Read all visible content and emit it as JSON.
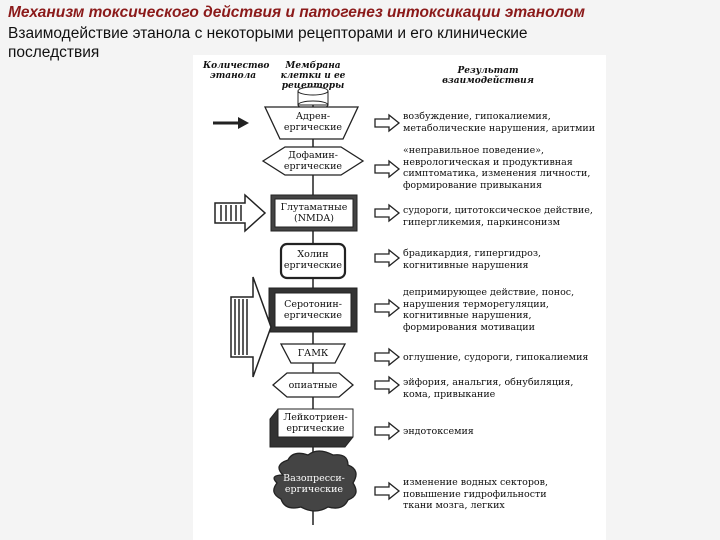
{
  "slide": {
    "title": "Механизм токсического действия и патогенез интоксикации этанолом",
    "subtitle": "Взаимодействие этанола с некоторыми рецепторами и его клинические последствия"
  },
  "diagram": {
    "headers": {
      "quantity": "Количество этанола",
      "membrane": "Мембрана клетки и ее рецепторы",
      "result": "Результат взаимодействия"
    },
    "receptors": [
      {
        "label": "Адрен-\nергические",
        "result": "возбуждение, гипокалиемия,\nметаболические нарушения, аритмии"
      },
      {
        "label": "Дофамин-\nергические",
        "result": "«неправильное поведение»,\nневрологическая и продуктивная\nсимптоматика, изменения личности,\nформирование привыкания"
      },
      {
        "label": "Глутаматные\n(NMDA)",
        "result": "судороги, цитотоксическое действие,\nгипергликемия, паркинсонизм"
      },
      {
        "label": "Холин\nергические",
        "result": "брадикардия, гипергидроз,\nкогнитивные нарушения"
      },
      {
        "label": "Серотонин-\nергические",
        "result": "депримирующее действие, понос,\nнарушения терморегуляции,\nкогнитивные нарушения,\nформирования мотивации"
      },
      {
        "label": "ГАМК",
        "result": "оглушение, судороги, гипокалиемия"
      },
      {
        "label": "опиатные",
        "result": "эйфория, анальгия, обнубиляция,\nкома, привыкание"
      },
      {
        "label": "Лейкотриен-\nергические",
        "result": "эндотоксемия"
      },
      {
        "label": "Вазопресси-\nергические",
        "result": "изменение водных секторов,\nповышение гидрофильности\nткани мозга, легких"
      }
    ]
  }
}
